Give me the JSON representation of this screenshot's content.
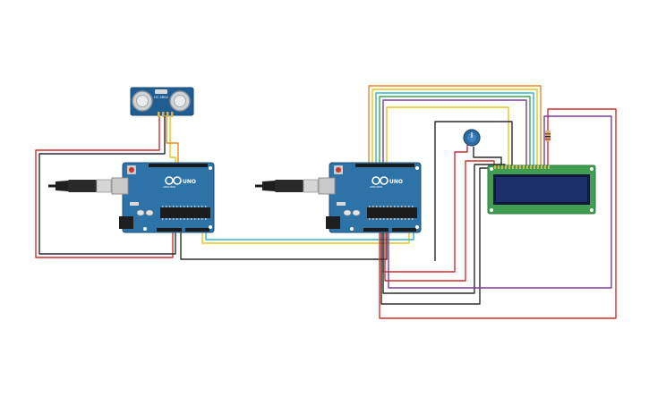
{
  "colors": {
    "board": "#2e73a8",
    "board_edge": "#1c4f7a",
    "wire_red": "#d22d2d",
    "wire_black": "#2b2b2b",
    "wire_yellow": "#e8c41c",
    "wire_orange": "#e8892a",
    "wire_green": "#3aa64a",
    "wire_cyan": "#2fb6c6",
    "wire_purple": "#7e3a9c",
    "lcd_pcb": "#3f9e52",
    "lcd_screen": "#1c2f6b"
  },
  "components": {
    "ultrasonic_sensor": {
      "label": "HC-SR04",
      "icon": "ultrasonic-sensor-icon"
    },
    "arduino_left": {
      "model": "UNO",
      "brand": "ARDUINO",
      "icon": "arduino-uno-icon"
    },
    "arduino_right": {
      "model": "UNO",
      "brand": "ARDUINO",
      "icon": "arduino-uno-icon"
    },
    "lcd": {
      "icon": "lcd-16x2-icon"
    },
    "potentiometer": {
      "icon": "potentiometer-icon"
    },
    "resistor": {
      "icon": "resistor-icon"
    },
    "usb_cables": {
      "icon": "usb-cable-icon"
    }
  }
}
